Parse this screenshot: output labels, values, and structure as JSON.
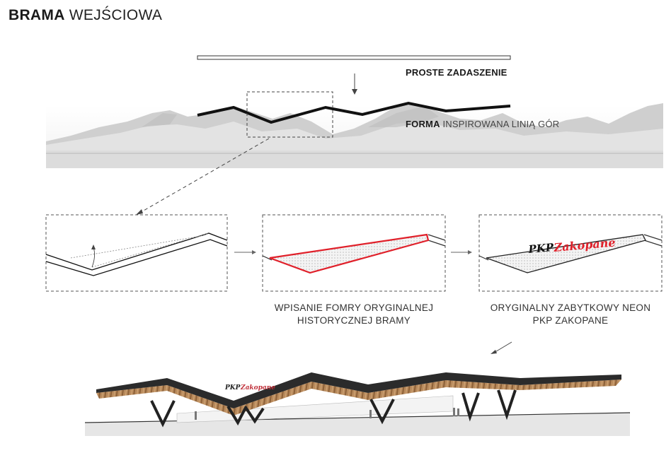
{
  "title": {
    "bold": "BRAMA",
    "light": "WEJŚCIOWA"
  },
  "labels": {
    "simple_roof": "PROSTE ZADASZENIE",
    "form_bold": "FORMA",
    "form_rest": "INSPIROWANA LINIĄ GÓR"
  },
  "captions": {
    "step2": {
      "line1": "WPISANIE FOMRY ORYGINALNEJ",
      "line2": "HISTORYCZNEJ BRAMY"
    },
    "step3": {
      "line1": "ORYGINALNY ZABYTKOWY NEON",
      "line2": "PKP ZAKOPANE"
    }
  },
  "neon": {
    "pkp": "PKP",
    "script": "Zakopane"
  },
  "colors": {
    "highlight": "#e0202a",
    "line": "#111111",
    "wood": "#b5865a",
    "roof_top": "#2b2b2b"
  }
}
